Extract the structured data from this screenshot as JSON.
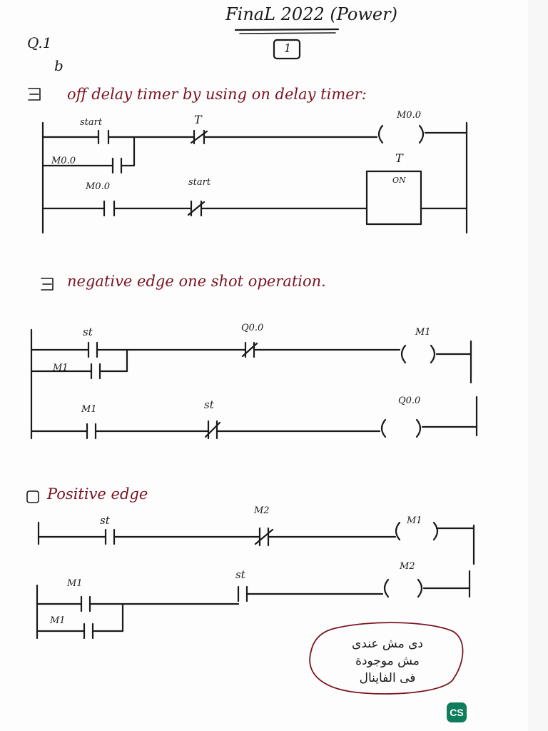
{
  "header": {
    "title": "FinaL 2022 (Power)",
    "page_number": "1",
    "question": "Q.1",
    "part": "b"
  },
  "section_1": {
    "heading": "off delay timer by using on delay timer:",
    "labels": {
      "start_1": "start",
      "t_contact": "T",
      "coil_m00": "M0.0",
      "latch_m00": "M0.0",
      "m00_contact": "M0.0",
      "start_nc": "start",
      "timer_name": "T",
      "timer_type": "ON"
    }
  },
  "section_2": {
    "heading": "negative edge one shot operation.",
    "labels": {
      "st_1": "st",
      "q00_contact": "Q0.0",
      "coil_m1": "M1",
      "latch_m1": "M1",
      "m1_contact": "M1",
      "st_nc": "st",
      "coil_q00": "Q0.0"
    }
  },
  "section_3": {
    "heading": "Positive edge",
    "labels": {
      "st_1": "st",
      "m2_contact": "M2",
      "coil_m1": "M1",
      "m1_contact": "M1",
      "st_2": "st",
      "coil_m2": "M2",
      "latch_m1": "M1"
    }
  },
  "note": {
    "line_1": "دى مش عندى",
    "line_2": "مش موجودة",
    "line_3": "فى الفاينال"
  },
  "badge": {
    "text": "CS"
  },
  "colors": {
    "ink": "#1a1a1a",
    "red_ink": "#7a1422",
    "badge": "#0e7d5b"
  }
}
